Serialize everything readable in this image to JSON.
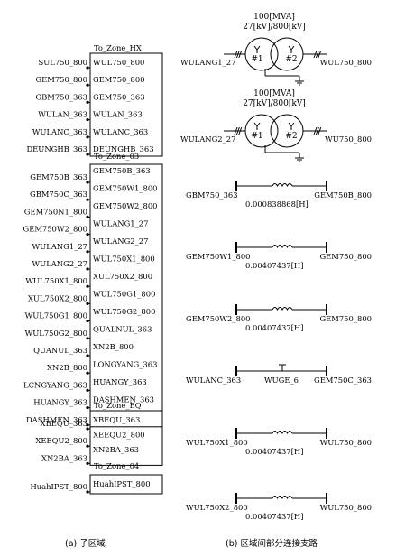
{
  "zones": [
    {
      "title": "To_Zone_HX",
      "left": [
        "SUL750_800",
        "GEM750_800",
        "GBM750_363",
        "WULAN_363",
        "WULANC_363",
        "DEUNGHB_363"
      ],
      "right": [
        "WUL750_800",
        "GEM750_800",
        "GEM750_363",
        "WULAN_363",
        "WULANC_363",
        "DEUNGHB_363"
      ]
    },
    {
      "title": "To_Zone_03",
      "left": [
        "GEM750B_363",
        "GBM750C_363",
        "GEM750N1_800",
        "GEM750W2_800",
        "WULANG1_27",
        "WULANG2_27",
        "WUL750X1_800",
        "XUL750X2_800",
        "WUL750G1_800",
        "WUL750G2_800",
        "QUANUL_363",
        "XN2B_800",
        "LCNGYANG_363",
        "HUANGY_363",
        "DASHMEN_363"
      ],
      "right": [
        "GEM750B_363",
        "GEM750W1_800",
        "GEM750W2_800",
        "WULANG1_27",
        "WULANG2_27",
        "WUL750X1_800",
        "XUL750X2_800",
        "WUL750G1_800",
        "WUL750G2_800",
        "QUALNUL_363",
        "XN2B_800",
        "LONGYANG_363",
        "HUANGY_363",
        "DASHMEN_363"
      ]
    },
    {
      "title": "To_Zone_EQ",
      "left": [
        "XBEQU_363",
        "XEEQU2_800",
        "XN2BA_363"
      ],
      "right": [
        "XBEQU_363",
        "XEEQU2_800",
        "XN2BA_363"
      ]
    },
    {
      "title": "To_Zone_04",
      "left": [
        "HuahIPST_800"
      ],
      "right": [
        "HuahIPST_800"
      ]
    }
  ],
  "transformers": [
    {
      "rating": "100[MVA]",
      "voltage": "27[kV]/800[kV]",
      "w1": "#1",
      "w2": "#2",
      "left": "WULANG1_27",
      "right": "WUL750_800"
    },
    {
      "rating": "100[MVA]",
      "voltage": "27[kV]/800[kV]",
      "w1": "#1",
      "w2": "#2",
      "left": "WULANG2_27",
      "right": "WU750_800"
    }
  ],
  "branches": [
    {
      "left": "GBM750_363",
      "right": "GEM750B_800",
      "value": "0.000838868[H]"
    },
    {
      "left": "GEM750W1_800",
      "right": "GEM750_800",
      "value": "0.00407437[H]"
    },
    {
      "left": "GEM750W2_800",
      "right": "GEM750_800",
      "value": "0.00407437[H]"
    },
    {
      "left": "WULANC_363",
      "right": "GEM750C_363",
      "value": "WUGE_6"
    },
    {
      "left": "WUL750X1_800",
      "right": "WUL750_800",
      "value": "0.00407437[H]"
    },
    {
      "left": "WUL750X2_800",
      "right": "WUL750_800",
      "value": "0.00407437[H]"
    }
  ],
  "captions": {
    "left": "(a) 子区域",
    "right": "(b) 区域间部分连接支路"
  }
}
